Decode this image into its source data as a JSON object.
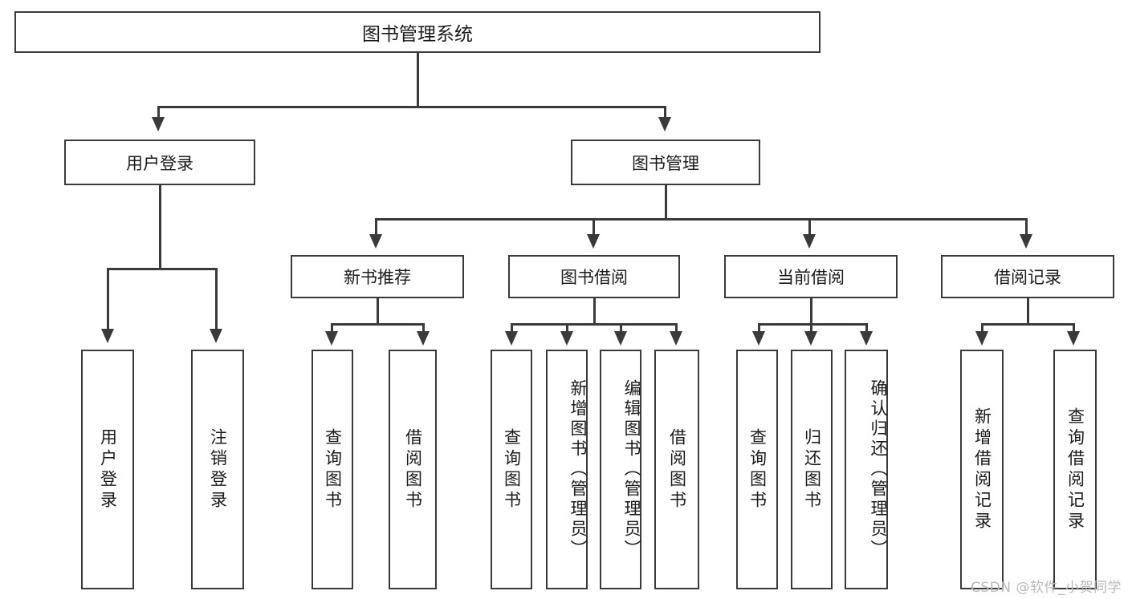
{
  "diagram": {
    "title": "图书管理系统",
    "type": "tree",
    "watermark": "CSDN @软件_小贺同学",
    "colors": {
      "stroke": "#3a3a3a",
      "fill": "#ffffff",
      "text": "#1a1a1a",
      "watermark": "#b9b9b9"
    },
    "root": {
      "label": "图书管理系统"
    },
    "level1": [
      {
        "label": "用户登录"
      },
      {
        "label": "图书管理"
      }
    ],
    "level2": [
      {
        "label": "新书推荐"
      },
      {
        "label": "图书借阅"
      },
      {
        "label": "当前借阅"
      },
      {
        "label": "借阅记录"
      }
    ],
    "leaves": {
      "user_login": [
        {
          "label": "用户登录"
        },
        {
          "label": "注销登录"
        }
      ],
      "new_book": [
        {
          "label": "查询图书"
        },
        {
          "label": "借阅图书"
        }
      ],
      "book_borrow": [
        {
          "label": "查询图书"
        },
        {
          "label": "新增图书（管理员）"
        },
        {
          "label": "编辑图书（管理员）"
        },
        {
          "label": "借阅图书"
        }
      ],
      "current_borrow": [
        {
          "label": "查询图书"
        },
        {
          "label": "归还图书"
        },
        {
          "label": "确认归还（管理员）"
        }
      ],
      "borrow_record": [
        {
          "label": "新增借阅记录"
        },
        {
          "label": "查询借阅记录"
        }
      ]
    }
  }
}
